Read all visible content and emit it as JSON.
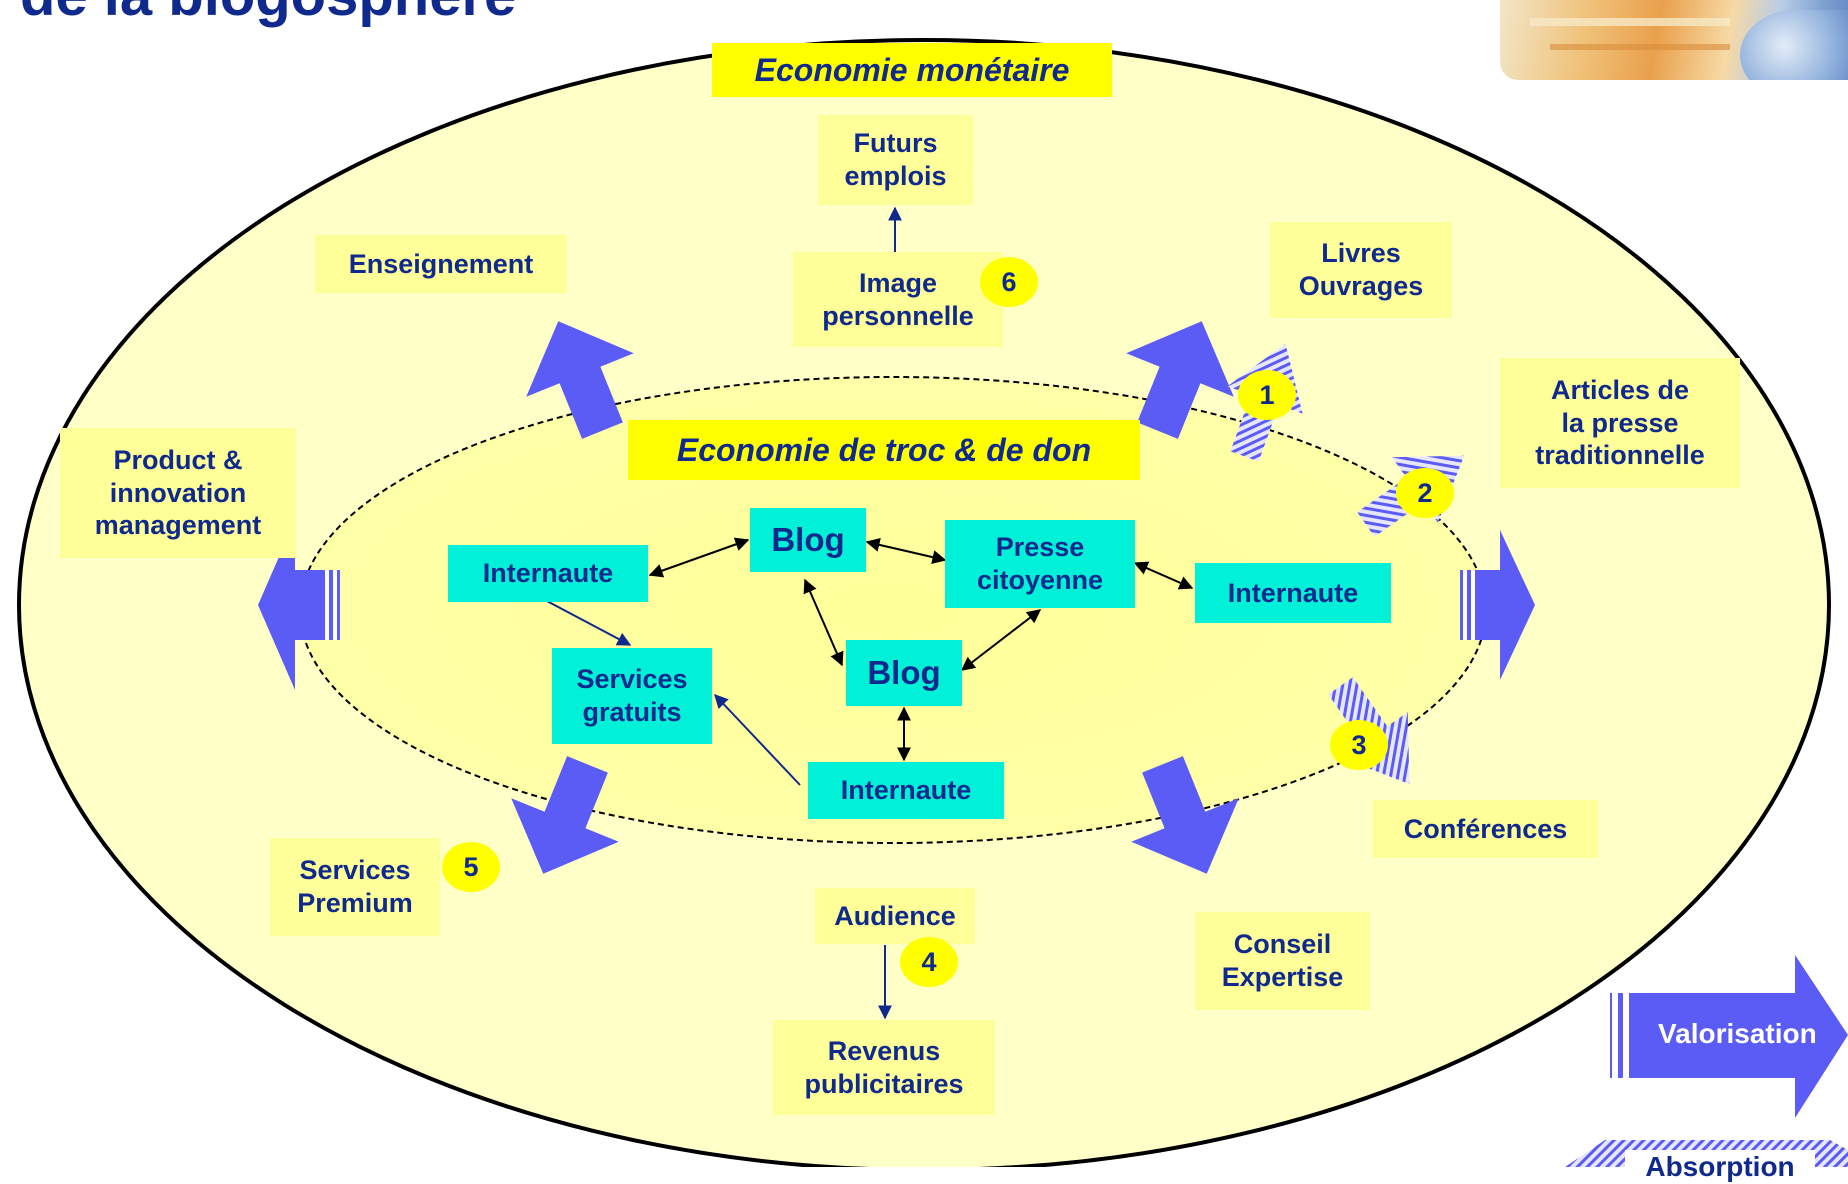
{
  "title": "de la blogosphère",
  "headings": {
    "economie_monetaire": "Economie monétaire",
    "economie_troc": "Economie de troc & de don"
  },
  "outer_labels": {
    "futurs_emplois": "Futurs\nemplois",
    "image_personnelle": "Image\npersonnelle",
    "enseignement": "Enseignement",
    "livres_ouvrages": "Livres\nOuvrages",
    "articles_presse": "Articles de\nla presse\ntraditionnelle",
    "product_innovation": "Product &\ninnovation\nmanagement",
    "conferences": "Conférences",
    "services_premium": "Services\nPremium",
    "audience": "Audience",
    "revenus_publicitaires": "Revenus\npublicitaires",
    "conseil_expertise": "Conseil\nExpertise"
  },
  "inner_nodes": {
    "blog_top": "Blog",
    "blog_bottom": "Blog",
    "presse_citoyenne": "Presse\ncitoyenne",
    "internaute_left": "Internaute",
    "internaute_right": "Internaute",
    "internaute_bottom": "Internaute",
    "services_gratuits": "Services\ngratuits"
  },
  "badges": {
    "b1": "1",
    "b2": "2",
    "b3": "3",
    "b4": "4",
    "b5": "5",
    "b6": "6"
  },
  "legend": {
    "valorisation": "Valorisation",
    "absorption": "Absorption"
  },
  "colors": {
    "navy": "#0f2a8c",
    "outer_fill": "#ffffc8",
    "inner_fill": "#ffff99",
    "node_cyan": "#00f0d8",
    "arrow_blue": "#5b5bf5",
    "heading_yellow": "#ffff00"
  }
}
